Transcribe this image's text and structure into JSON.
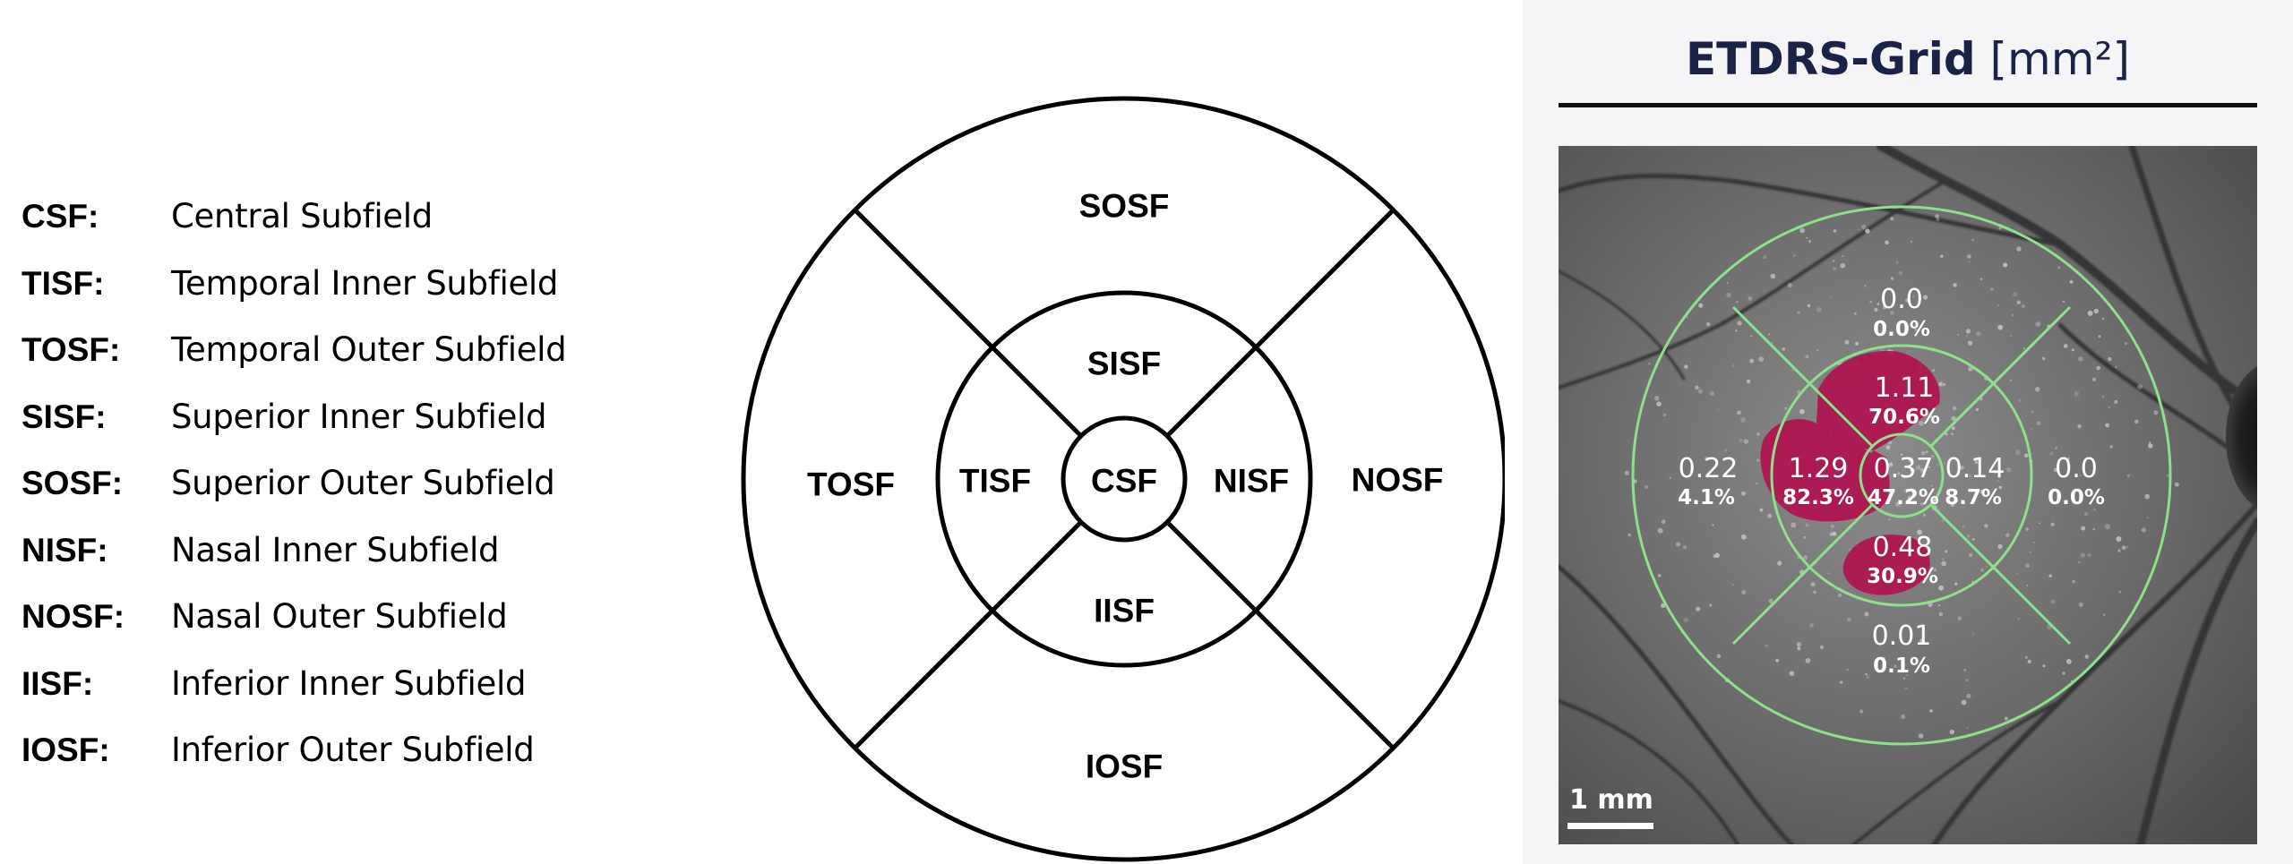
{
  "legend": [
    {
      "abbr": "CSF:",
      "desc": "Central Subfield"
    },
    {
      "abbr": "TISF:",
      "desc": "Temporal Inner Subfield"
    },
    {
      "abbr": "TOSF:",
      "desc": "Temporal Outer Subfield"
    },
    {
      "abbr": "SISF:",
      "desc": "Superior Inner Subfield"
    },
    {
      "abbr": "SOSF:",
      "desc": "Superior Outer Subfield"
    },
    {
      "abbr": "NISF:",
      "desc": "Nasal Inner Subfield"
    },
    {
      "abbr": "NOSF:",
      "desc": "Nasal Outer Subfield"
    },
    {
      "abbr": "IISF:",
      "desc": "Inferior Inner Subfield"
    },
    {
      "abbr": "IOSF:",
      "desc": "Inferior Outer Subfield"
    }
  ],
  "schematic": {
    "center": "CSF",
    "superior_inner": "SISF",
    "inferior_inner": "IISF",
    "temporal_inner": "TISF",
    "nasal_inner": "NISF",
    "superior_outer": "SOSF",
    "inferior_outer": "IOSF",
    "temporal_outer": "TOSF",
    "nasal_outer": "NOSF"
  },
  "panel": {
    "title_bold": "ETDRS-Grid",
    "title_unit": " [mm²]",
    "scale_label": "1 mm",
    "grid_color": "#8ee08a",
    "lesion_color": "#b0124f"
  },
  "fundus_values": {
    "superior_outer": {
      "value": "0.0",
      "percent": "0.0%"
    },
    "superior_inner": {
      "value": "1.11",
      "percent": "70.6%"
    },
    "temporal_outer": {
      "value": "0.22",
      "percent": "4.1%"
    },
    "temporal_inner": {
      "value": "1.29",
      "percent": "82.3%"
    },
    "center": {
      "value": "0.37",
      "percent": "47.2%"
    },
    "nasal_inner": {
      "value": "0.14",
      "percent": "8.7%"
    },
    "nasal_outer": {
      "value": "0.0",
      "percent": "0.0%"
    },
    "inferior_inner": {
      "value": "0.48",
      "percent": "30.9%"
    },
    "inferior_outer": {
      "value": "0.01",
      "percent": "0.1%"
    }
  }
}
